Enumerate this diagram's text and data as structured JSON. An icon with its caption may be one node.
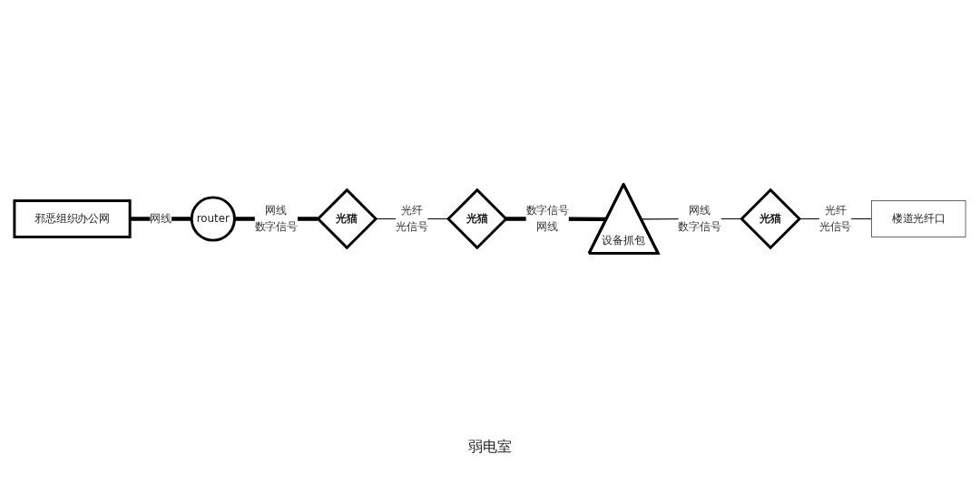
{
  "diagram": {
    "nodes": [
      {
        "text": [
          "router"
        ]
      },
      {
        "text": [
          "邪恶组织办公网"
        ]
      },
      {
        "text": [
          "光猫"
        ]
      },
      {
        "text": [
          "光猫"
        ]
      },
      {
        "text": [
          "设备抓包"
        ]
      },
      {
        "text": [
          "光猫"
        ]
      },
      {
        "text": [
          "楼道光纤口"
        ]
      }
    ],
    "edges": [
      {
        "from": 1,
        "to": 0,
        "arrow": "none",
        "label": [
          "网线"
        ],
        "style": "thick"
      },
      {
        "from": 0,
        "to": 2,
        "arrow": "none",
        "label": [
          "网线",
          "数字信号"
        ],
        "style": "thick"
      },
      {
        "from": 2,
        "to": 3,
        "arrow": "none",
        "label": [
          "光纤",
          "光信号"
        ]
      },
      {
        "from": 3,
        "to": 4,
        "arrow": "none",
        "label": [
          "数字信号",
          "网线"
        ],
        "style": "thick"
      },
      {
        "from": 4,
        "to": 5,
        "arrow": "none",
        "label": [
          "网线",
          "数字信号"
        ]
      },
      {
        "from": 5,
        "to": 6,
        "arrow": "none",
        "label": [
          "光纤",
          "光信号"
        ]
      }
    ],
    "labels": [
      "弱电室"
    ]
  }
}
